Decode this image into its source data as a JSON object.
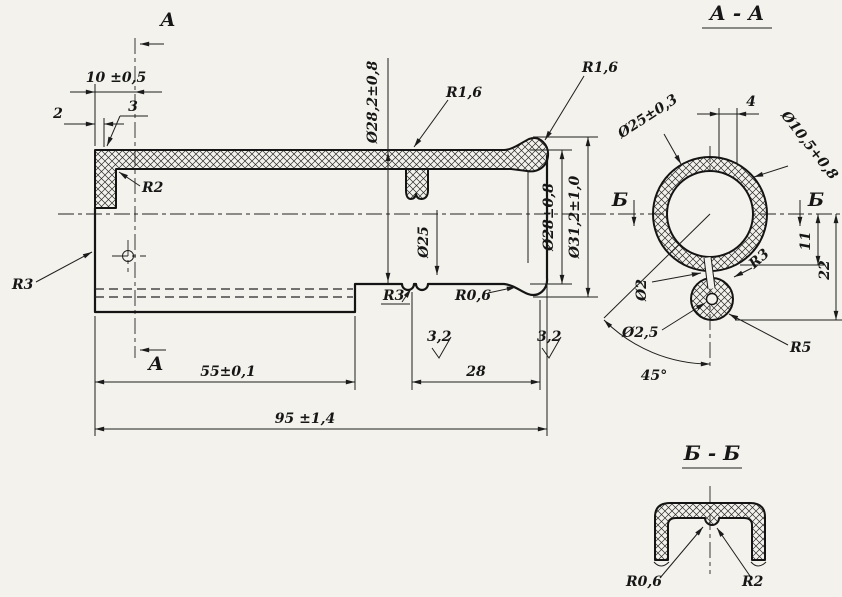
{
  "main_view": {
    "section_arrow_top": "А",
    "section_arrow_bottom": "А",
    "dims": {
      "thickness_2": "2",
      "offset_10": "10 ±0,5",
      "thickness_3": "3",
      "radius_r2": "R2",
      "radius_r3_left": "R3",
      "dia_28_2": "Ø28,2±0,8",
      "radius_r1_6_a": "R1,6",
      "radius_r1_6_b": "R1,6",
      "dia_25": "Ø25",
      "radius_r3_groove": "R3",
      "radius_r0_6": "R0,6",
      "dia_28": "Ø28±0,8",
      "dia_31_2": "Ø31,2±1,0",
      "roughness_a": "3,2",
      "roughness_b": "3,2",
      "length_55": "55±0,1",
      "length_28": "28",
      "length_95": "95 ±1,4"
    }
  },
  "section_aa": {
    "title": "А - А",
    "dims": {
      "dia_25_03": "Ø25±0,3",
      "width_4": "4",
      "dia_10_5": "Ø10,5+0,8",
      "plane_left": "Б",
      "plane_right": "Б",
      "dia_2": "Ø2",
      "dia_2_5": "Ø2,5",
      "radius_r3": "R3",
      "radius_r5": "R5",
      "angle_45": "45°",
      "dist_11": "11",
      "dist_22": "22"
    }
  },
  "section_bb": {
    "title": "Б - Б",
    "dims": {
      "radius_r0_6": "R0,6",
      "radius_r2": "R2"
    }
  }
}
